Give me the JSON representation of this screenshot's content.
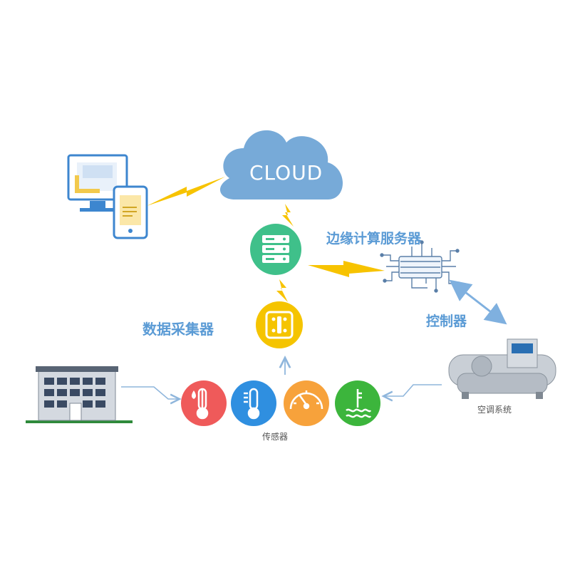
{
  "cloud": {
    "label": "CLOUD"
  },
  "nodes": {
    "edge_server": "边缘计算服务器",
    "controller": "控制器",
    "data_collector": "数据采集器",
    "sensors": "传感器",
    "hvac": "空调系统"
  },
  "colors": {
    "cloud": "#77aad8",
    "server": "#3fc08a",
    "collector": "#f5c400",
    "lightning": "#f7c300",
    "arrow": "#8fb6dc",
    "sensor_red": "#ef5a5a",
    "sensor_blue": "#2f8fe0",
    "sensor_orange": "#f7a23b",
    "sensor_green": "#3cb53c",
    "label": "#5b9bd5"
  },
  "icons": {
    "sensors": [
      "humidity-thermometer-icon",
      "thermometer-icon",
      "gauge-icon",
      "water-temperature-icon"
    ]
  }
}
